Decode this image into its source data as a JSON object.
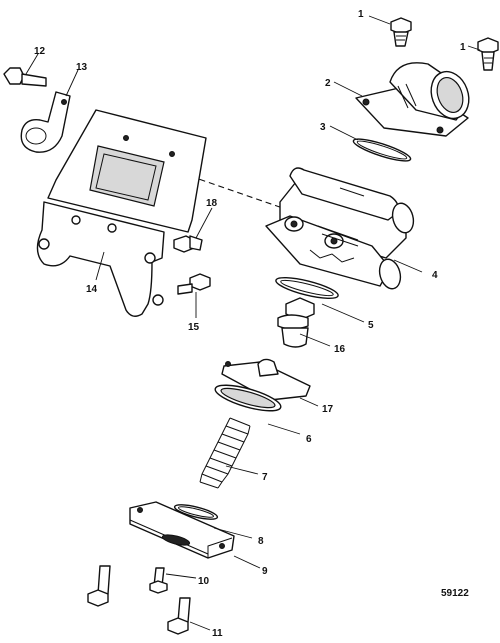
{
  "figure_number": "59122",
  "callouts": {
    "c1": "1",
    "c2": "2",
    "c3": "3",
    "c4": "4",
    "c5": "5",
    "c6": "6",
    "c7": "7",
    "c8": "8",
    "c9": "9",
    "c10": "10",
    "c11": "11",
    "c12": "12",
    "c13": "13",
    "c14": "14",
    "c15": "15",
    "c16": "16",
    "c17": "17",
    "c18": "18"
  }
}
